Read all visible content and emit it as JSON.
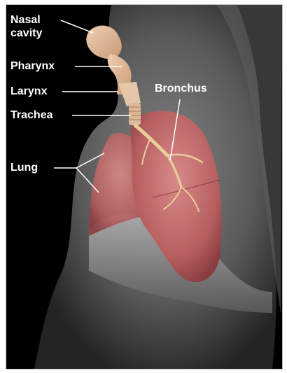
{
  "labels": {
    "nasal_cavity": "Nasal\ncavity",
    "pharynx": "Pharynx",
    "larynx": "Larynx",
    "trachea": "Trachea",
    "lung": "Lung",
    "bronchus": "Bronchus"
  },
  "colors": {
    "background": "#000000",
    "body": "#8a8a8a",
    "lung": "#c06c6c",
    "airway": "#d8b090",
    "label_text": "#ffffff",
    "leader_line": "#ffffff"
  }
}
